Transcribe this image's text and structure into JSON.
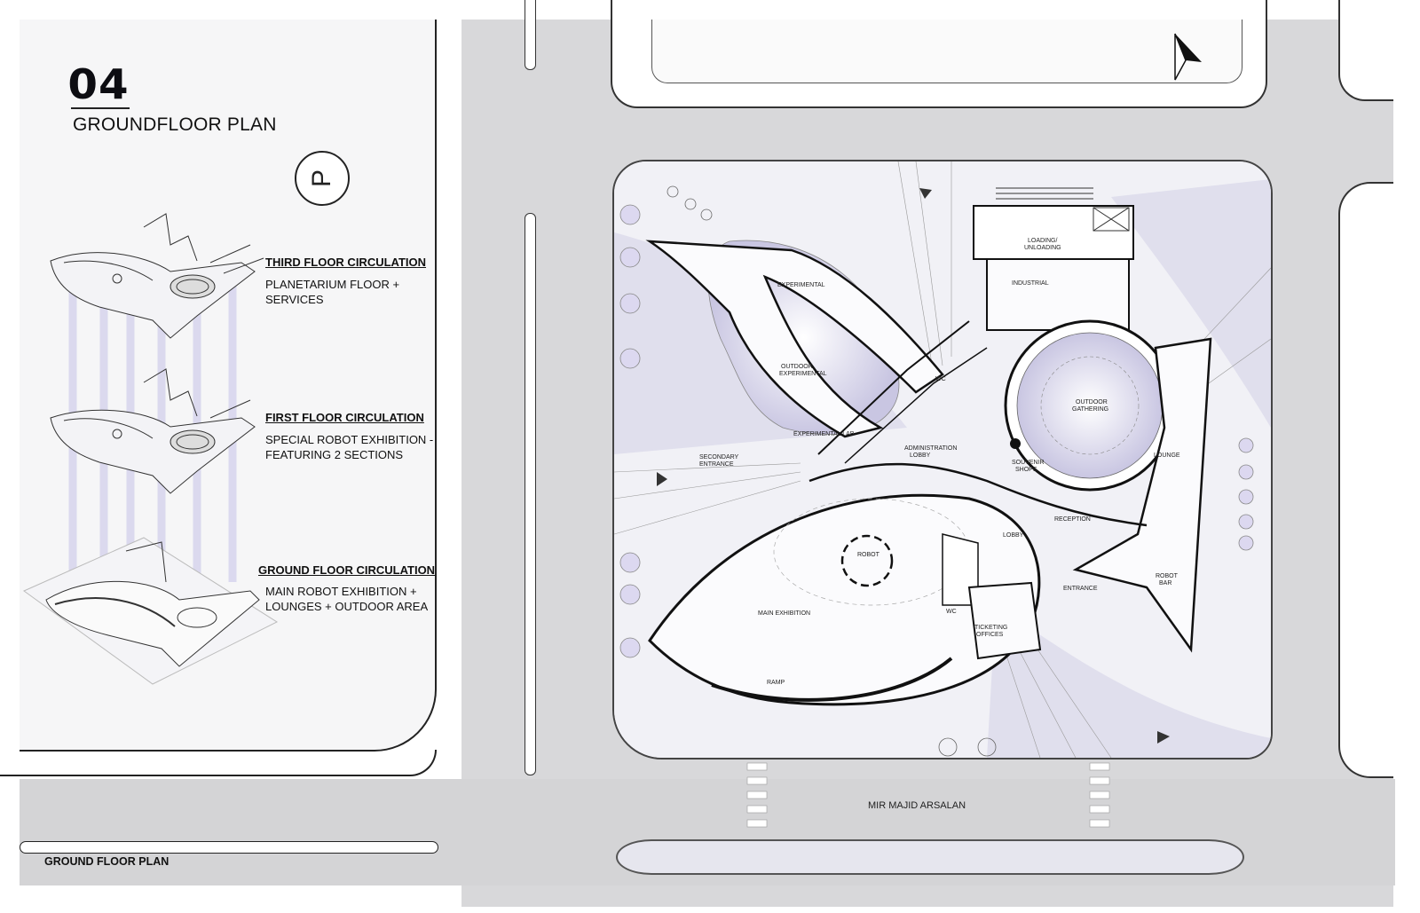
{
  "header": {
    "number": "04",
    "title": "GROUNDFLOOR PLAN",
    "compass_label": "P"
  },
  "circulation": [
    {
      "heading": "THIRD FLOOR CIRCULATION",
      "desc1": "PLANETARIUM FLOOR +",
      "desc2": "SERVICES"
    },
    {
      "heading": "FIRST FLOOR CIRCULATION",
      "desc1": "SPECIAL ROBOT EXHIBITION -",
      "desc2": "FEATURING 2 SECTIONS"
    },
    {
      "heading": "GROUND FLOOR CIRCULATION",
      "desc1": "MAIN ROBOT EXHIBITION +",
      "desc2": "LOUNGES + OUTDOOR AREA"
    }
  ],
  "plan": {
    "experimental": "EXPERIMENTAL",
    "outdoor_experimental_1": "OUTDOOR",
    "outdoor_experimental_2": "EXPERIMENTAL",
    "experimental_lab": "EXPERIMENTAL LAB",
    "secondary_entrance_1": "SECONDARY",
    "secondary_entrance_2": "ENTRANCE",
    "loading_1": "LOADING/",
    "loading_2": "UNLOADING",
    "industrial": "INDUSTRIAL",
    "wc_upper": "WC",
    "admin_lobby_1": "ADMINISTRATION",
    "admin_lobby_2": "LOBBY",
    "outdoor_gathering_1": "OUTDOOR",
    "outdoor_gathering_2": "GATHERING",
    "souvenir_1": "SOUVENIR",
    "souvenir_2": "SHOPS",
    "lounge": "LOUNGE",
    "reception": "RECEPTION",
    "lobby": "LOBBY",
    "robot": "ROBOT",
    "main_exhibition": "MAIN EXHIBITION",
    "wc_lower": "WC",
    "ticketing_1": "TICKETING",
    "ticketing_2": "OFFICES",
    "entrance": "ENTRANCE",
    "robot_bar_1": "ROBOT",
    "robot_bar_2": "BAR",
    "ramp": "RAMP"
  },
  "author": "MIR MAJID ARSALAN",
  "footer_label": "GROUND FLOOR PLAN",
  "colors": {
    "ink": "#111111",
    "lavender": "#c9c6e2",
    "ground": "#d8d8da"
  }
}
